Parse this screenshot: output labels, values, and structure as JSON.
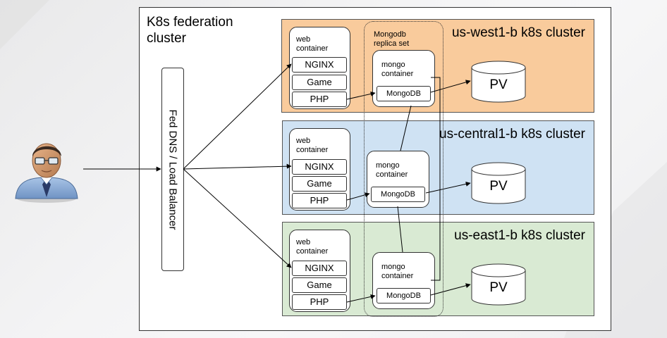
{
  "federation": {
    "title": "K8s federation cluster"
  },
  "load_balancer": {
    "label": "Fed DNS / Load Balancer"
  },
  "replica_set": {
    "label": "Mongodb replica set"
  },
  "clusters": [
    {
      "title": "us-west1-b k8s cluster",
      "fill": "#f9cb9c",
      "web": {
        "label": "web container",
        "items": [
          "NGINX",
          "Game",
          "PHP"
        ]
      },
      "mongo": {
        "label": "mongo container",
        "db": "MongoDB"
      },
      "pv": "PV"
    },
    {
      "title": "us-central1-b k8s cluster",
      "fill": "#cfe2f3",
      "web": {
        "label": "web container",
        "items": [
          "NGINX",
          "Game",
          "PHP"
        ]
      },
      "mongo": {
        "label": "mongo container",
        "db": "MongoDB"
      },
      "pv": "PV"
    },
    {
      "title": "us-east1-b k8s cluster",
      "fill": "#d9ead3",
      "web": {
        "label": "web container",
        "items": [
          "NGINX",
          "Game",
          "PHP"
        ]
      },
      "mongo": {
        "label": "mongo container",
        "db": "MongoDB"
      },
      "pv": "PV"
    }
  ],
  "colors": {
    "line": "#000000",
    "border": "#333333"
  },
  "icons": {
    "user": "user-avatar-icon"
  }
}
